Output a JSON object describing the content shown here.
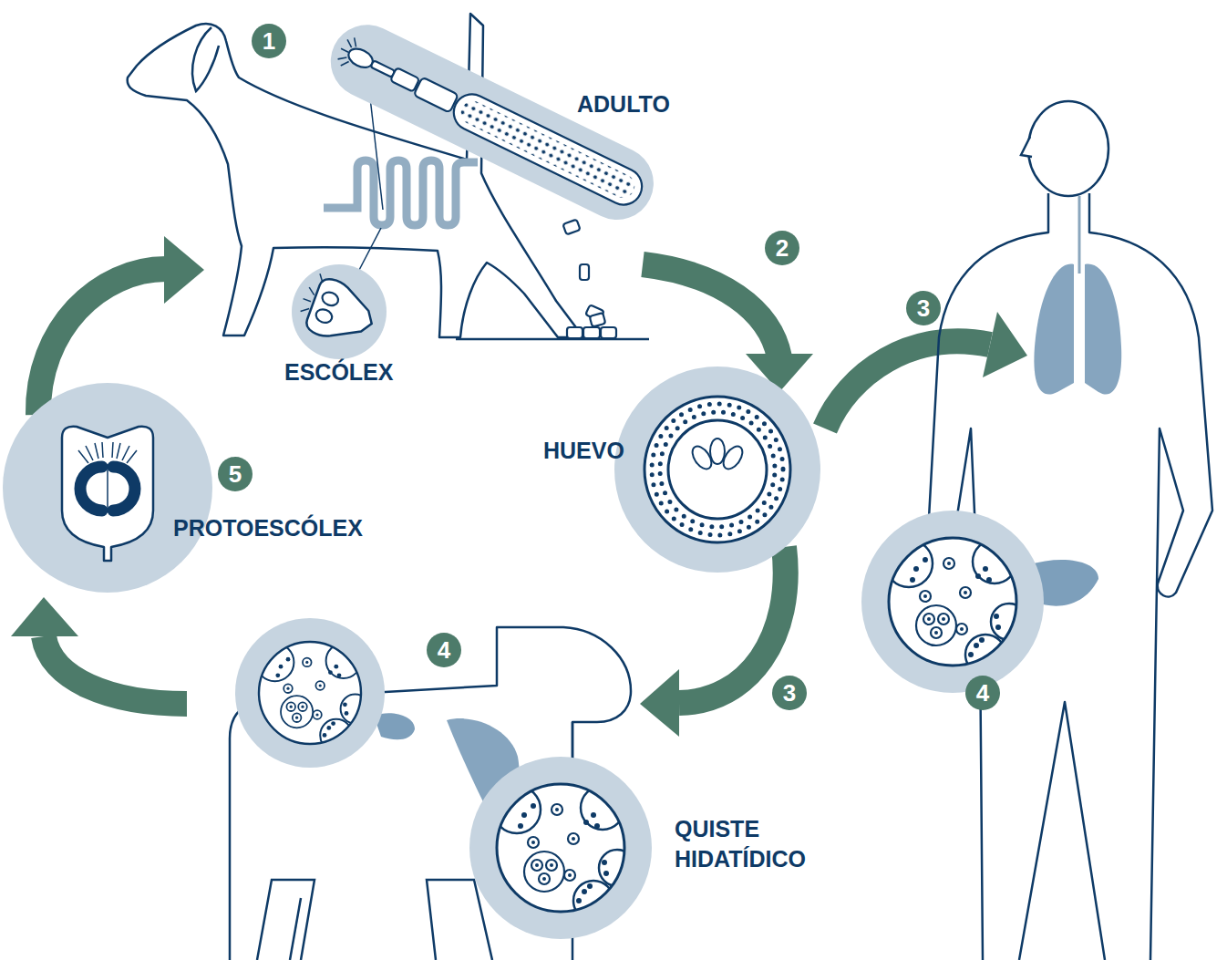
{
  "diagram": {
    "labels": [
      "1",
      "ADULTO",
      "2",
      "3",
      "ESCÓLEX",
      "HUEVO",
      "5",
      "PROTOESCÓLEX",
      "4",
      "3",
      "4",
      "QUISTE HIDATÍDICO"
    ]
  }
}
